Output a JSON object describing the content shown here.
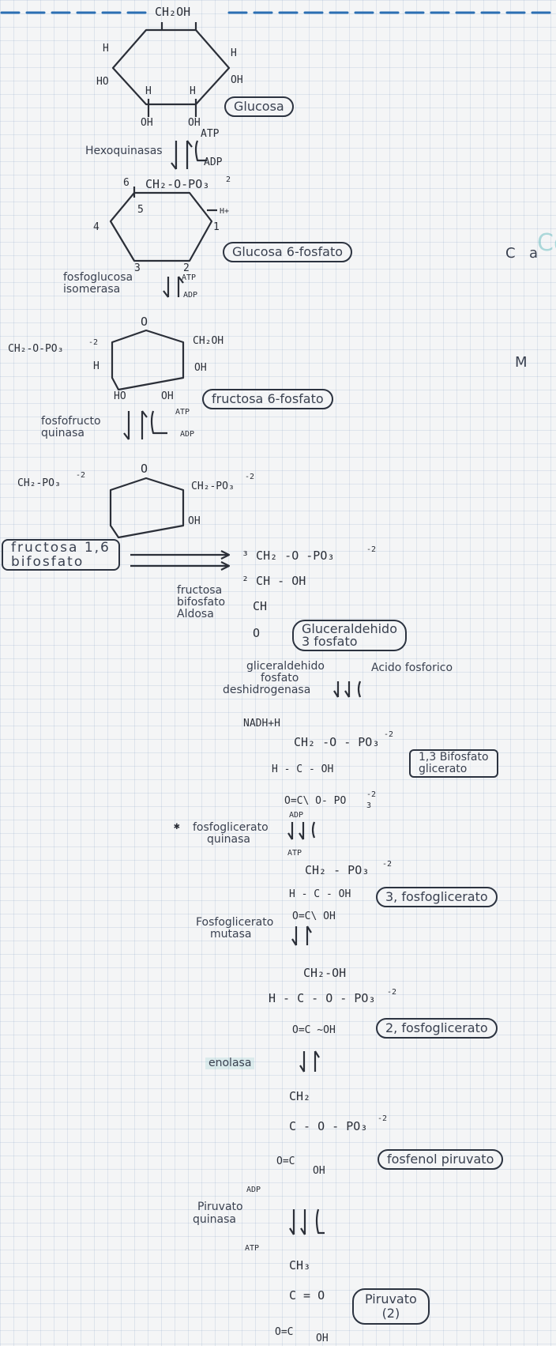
{
  "dashes_color": "#2c6fb3",
  "accent_teal": "#2aa3a8",
  "glucose": {
    "ch2oh": "CH₂OH",
    "h_top_left": "H",
    "h_top_right": "H",
    "ho": "HO",
    "h_mid": "H",
    "h_mid2": "H",
    "oh_right": "OH",
    "oh_bottom1": "OH",
    "oh_bottom2": "OH",
    "label": "Glucosa"
  },
  "step1": {
    "enzyme": "Hexoquinasas",
    "atp": "ATP",
    "adp": "ADP"
  },
  "g6p": {
    "top": "CH₂-O-PO₃",
    "top_charge": "2",
    "c6": "6",
    "n5": "5",
    "n4": "4",
    "n1": "1",
    "h_plus": "H+",
    "n3": "3",
    "n2": "2",
    "label": "Glucosa 6-fosfato"
  },
  "step2": {
    "enzyme_l1": "fosfoglucosa",
    "enzyme_l2": "isomerasa",
    "atp": "ATP",
    "adp": "ADP"
  },
  "f6p": {
    "ring_o": "O",
    "left_group": "CH₂-O-PO₃",
    "left_charge": "-2",
    "h": "H",
    "ch2oh": "CH₂OH",
    "oh_right": "OH",
    "ho": "HO",
    "oh_bottom": "OH",
    "label": "fructosa 6-fosfato"
  },
  "step3": {
    "enzyme_l1": "fosfofructo",
    "enzyme_l2": "quinasa",
    "atp": "ATP",
    "adp": "ADP"
  },
  "f16bp": {
    "ring_o": "O",
    "left_group": "CH₂-PO₃",
    "left_charge": "-2",
    "right_group": "CH₂-PO₃",
    "right_charge": "-2",
    "oh": "OH",
    "label_l1": "fructosa 1,6",
    "label_l2": "bifosfato"
  },
  "step4": {
    "enzyme_l1": "fructosa",
    "enzyme_l2": "bifosfato",
    "enzyme_l3": "Aldosa"
  },
  "g3p": {
    "line1": "³ CH₂ -O -PO₃",
    "line1_charge": "-2",
    "line2": "² CH - OH",
    "line3": "CH",
    "line4": "O",
    "label_l1": "Gluceraldehido",
    "label_l2": "3 fosfato"
  },
  "step5": {
    "enzyme_l1": "gliceraldehido",
    "enzyme_l2": "fosfato",
    "enzyme_l3": "deshidrogenasa",
    "acid": "Acido fosforico",
    "nadh": "NADH+H"
  },
  "bpg": {
    "line1": "CH₂ -O - PO₃",
    "line1_charge": "-2",
    "line2": "H - C - OH",
    "line3": "O=C\\ O- PO",
    "line3_charge": "-2",
    "line3_sub": "3",
    "label_l1": "1,3 Bifosfato",
    "label_l2": "glicerato"
  },
  "step6": {
    "marker": "✱",
    "enzyme_l1": "fosfoglicerato",
    "enzyme_l2": "quinasa",
    "adp": "ADP",
    "atp": "ATP"
  },
  "pg3": {
    "line1": "CH₂ - PO₃",
    "line1_charge": "-2",
    "line2": "H - C - OH",
    "line3": "O=C\\ OH",
    "label": "3, fosfoglicerato"
  },
  "step7": {
    "enzyme_l1": "Fosfoglicerato",
    "enzyme_l2": "mutasa"
  },
  "pg2": {
    "line1": "CH₂-OH",
    "line2": "H - C - O - PO₃",
    "line2_charge": "-2",
    "line3": "O=C ~OH",
    "label": "2, fosfoglicerato"
  },
  "step8": {
    "enzyme": "enolasa"
  },
  "pep": {
    "line1": "CH₂",
    "line2": "C - O - PO₃",
    "line2_charge": "-2",
    "line3": "O=C",
    "line3b": "OH",
    "label": "fosfenol piruvato"
  },
  "step9": {
    "adp": "ADP",
    "enzyme_l1": "Piruvato",
    "enzyme_l2": "quinasa",
    "atp": "ATP"
  },
  "pyruvate": {
    "line1": "CH₃",
    "line2": "C = O",
    "line3": "O=C",
    "line3b": "OH",
    "label_l1": "Piruvato",
    "label_l2": "(2)"
  },
  "margin_letters": {
    "c1": "C",
    "a1": "a",
    "m1": "M",
    "co": "Co"
  }
}
